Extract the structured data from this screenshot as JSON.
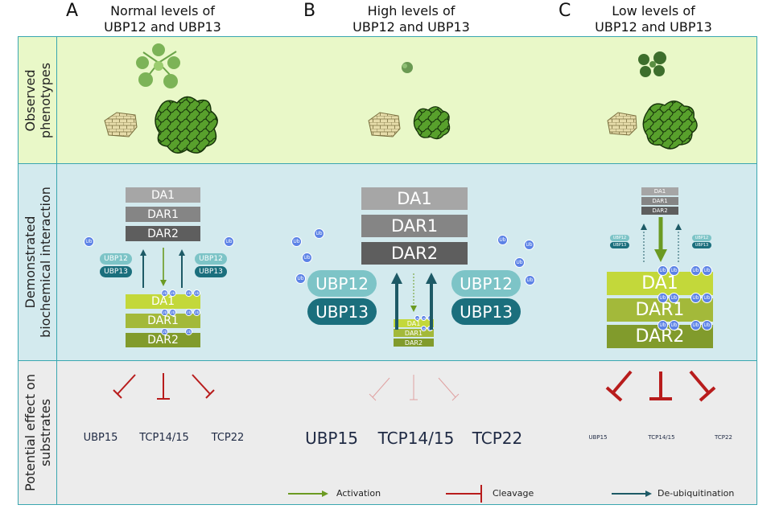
{
  "columns": [
    {
      "letter": "A",
      "title_line1": "Normal levels of",
      "title_line2": "UBP12 and UBP13"
    },
    {
      "letter": "B",
      "title_line1": "High levels of",
      "title_line2": "UBP12 and UBP13"
    },
    {
      "letter": "C",
      "title_line1": "Low levels of",
      "title_line2": "UBP12 and UBP13"
    }
  ],
  "rows": {
    "phenotypes": {
      "line1": "Observed",
      "line2": "phenotypes"
    },
    "interaction": {
      "line1": "Demonstrated",
      "line2": "biochemical interaction"
    },
    "effect": {
      "line1": "Potential effect on",
      "line2": "substrates"
    }
  },
  "proteins": {
    "da1": "DA1",
    "dar1": "DAR1",
    "dar2": "DAR2",
    "ubp12": "UBP12",
    "ubp13": "UBP13",
    "ub": "Ub"
  },
  "substrates": {
    "s1": "UBP15",
    "s2": "TCP14/15",
    "s3": "TCP22"
  },
  "legend": {
    "activation": "Activation",
    "cleavage": "Cleavage",
    "deubiquitination": "De-ubiquitination"
  },
  "colors": {
    "phenotype_band": "#e9f8c8",
    "interaction_band": "#d3eaee",
    "effect_band": "#ececec",
    "border": "#3aa6b0",
    "grey_light": "#a6a6a6",
    "grey_mid": "#858585",
    "grey_dark": "#5e5e5e",
    "green1": "#c3d83a",
    "green2": "#a3b93a",
    "green3": "#819b2c",
    "ubp12": "#7dc4c7",
    "ubp13": "#1b6f7d",
    "ub": "#5b82e6",
    "activation": "#6b9a22",
    "cleavage": "#b81c1c",
    "deubiquitination": "#1d5a66"
  }
}
